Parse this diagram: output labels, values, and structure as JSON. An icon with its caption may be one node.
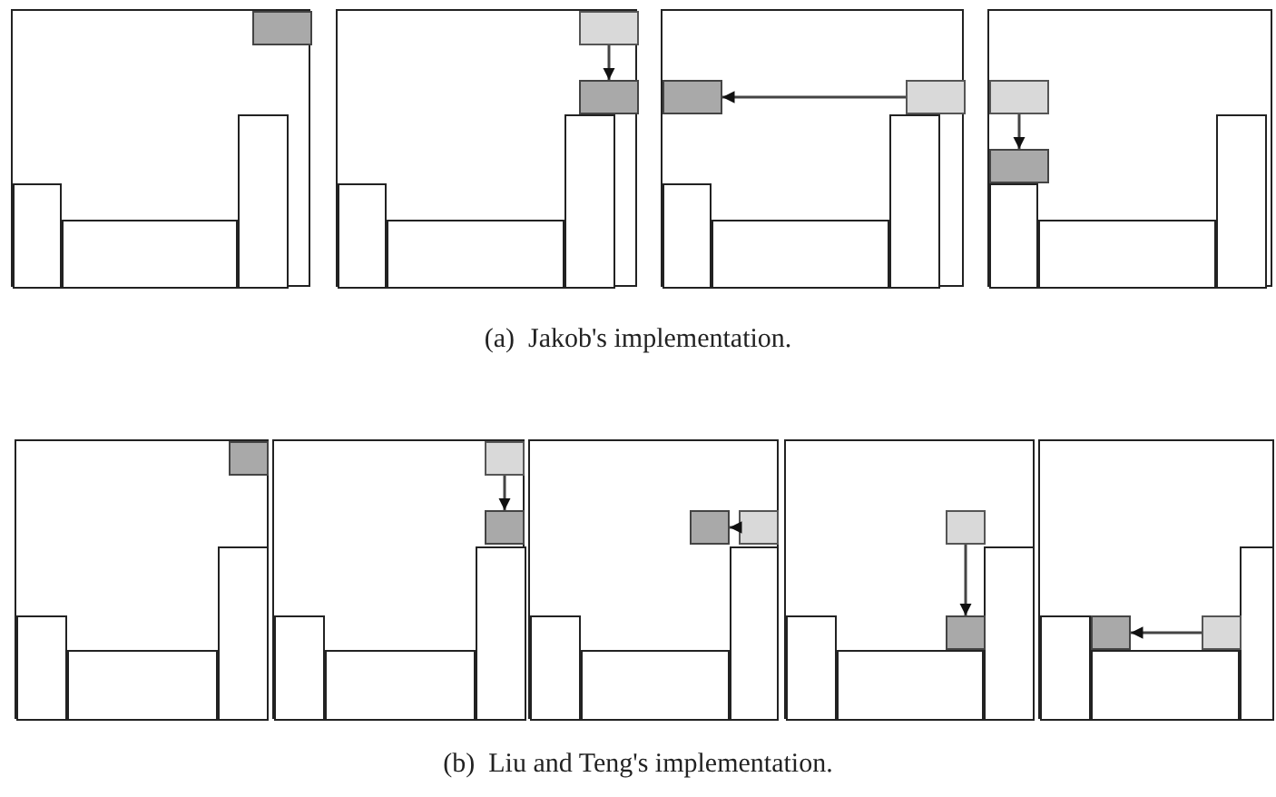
{
  "diagram": {
    "nodes": [
      {
        "text": [],
        "shape": "box"
      },
      {
        "text": [],
        "shape": "box",
        "in": 0
      },
      {
        "text": [],
        "shape": "box",
        "in": 0
      },
      {
        "text": [],
        "shape": "box",
        "in": 0
      },
      {
        "text": [],
        "shape": "box",
        "in": 0
      },
      {
        "text": [],
        "shape": "box"
      },
      {
        "text": [],
        "shape": "box",
        "in": 5
      },
      {
        "text": [],
        "shape": "box",
        "in": 5
      },
      {
        "text": [],
        "shape": "box",
        "in": 5
      },
      {
        "text": [],
        "shape": "box",
        "in": 5
      },
      {
        "text": [],
        "shape": "box",
        "in": 5
      },
      {
        "text": [],
        "shape": "box"
      },
      {
        "text": [],
        "shape": "box",
        "in": 11
      },
      {
        "text": [],
        "shape": "box",
        "in": 11
      },
      {
        "text": [],
        "shape": "box",
        "in": 11
      },
      {
        "text": [],
        "shape": "box",
        "in": 11
      },
      {
        "text": [],
        "shape": "box",
        "in": 11
      },
      {
        "text": [],
        "shape": "box"
      },
      {
        "text": [],
        "shape": "box",
        "in": 17
      },
      {
        "text": [],
        "shape": "box",
        "in": 17
      },
      {
        "text": [],
        "shape": "box",
        "in": 17
      },
      {
        "text": [],
        "shape": "box",
        "in": 17
      },
      {
        "text": [],
        "shape": "box",
        "in": 17
      },
      {
        "text": [],
        "shape": "box"
      },
      {
        "text": [],
        "shape": "box",
        "in": 23
      },
      {
        "text": [],
        "shape": "box",
        "in": 23
      },
      {
        "text": [],
        "shape": "box",
        "in": 23
      },
      {
        "text": [],
        "shape": "box",
        "in": 23
      },
      {
        "text": [],
        "shape": "box"
      },
      {
        "text": [],
        "shape": "box",
        "in": 28
      },
      {
        "text": [],
        "shape": "box",
        "in": 28
      },
      {
        "text": [],
        "shape": "box",
        "in": 28
      },
      {
        "text": [],
        "shape": "box",
        "in": 28
      },
      {
        "text": [],
        "shape": "box",
        "in": 28
      },
      {
        "text": [],
        "shape": "box"
      },
      {
        "text": [],
        "shape": "box",
        "in": 34
      },
      {
        "text": [],
        "shape": "box",
        "in": 34
      },
      {
        "text": [],
        "shape": "box",
        "in": 34
      },
      {
        "text": [],
        "shape": "box",
        "in": 34
      },
      {
        "text": [],
        "shape": "box",
        "in": 34
      },
      {
        "text": [],
        "shape": "box"
      },
      {
        "text": [],
        "shape": "box",
        "in": 40
      },
      {
        "text": [],
        "shape": "box",
        "in": 40
      },
      {
        "text": [],
        "shape": "box",
        "in": 40
      },
      {
        "text": [],
        "shape": "box",
        "in": 40
      },
      {
        "text": [],
        "shape": "box",
        "in": 40
      },
      {
        "text": [],
        "shape": "box"
      },
      {
        "text": [],
        "shape": "box",
        "in": 46
      },
      {
        "text": [],
        "shape": "box",
        "in": 46
      },
      {
        "text": [],
        "shape": "box",
        "in": 46
      },
      {
        "text": [],
        "shape": "box",
        "in": 46
      },
      {
        "text": [],
        "shape": "box",
        "in": 46
      }
    ],
    "edges": [
      {
        "from": 9,
        "to": 10,
        "arrow": "to"
      },
      {
        "from": 16,
        "to": 15,
        "arrow": "to"
      },
      {
        "from": 21,
        "to": 22,
        "arrow": "to"
      },
      {
        "from": 32,
        "to": 33,
        "arrow": "to"
      },
      {
        "from": 39,
        "to": 38,
        "arrow": "to"
      },
      {
        "from": 44,
        "to": 45,
        "arrow": "to"
      },
      {
        "from": 51,
        "to": 50,
        "arrow": "to"
      }
    ],
    "labels": [
      "(a)  Jakob's implementation.",
      "(b)  Liu and Teng's implementation."
    ]
  }
}
